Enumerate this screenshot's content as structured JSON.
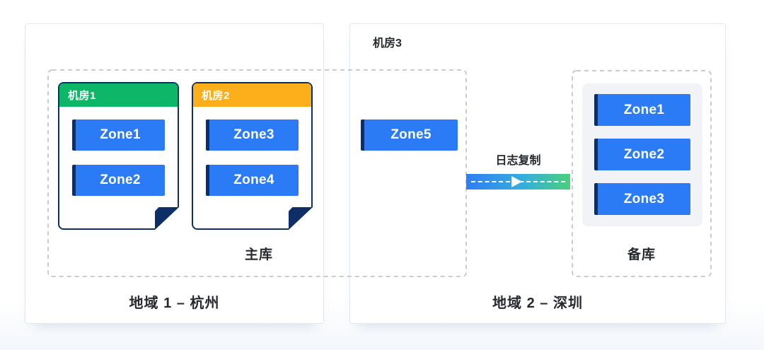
{
  "regions": {
    "region1": {
      "label": "地域 1 – 杭州"
    },
    "region2": {
      "label": "地域 2 – 深圳"
    }
  },
  "primary": {
    "label": "主库",
    "idc1": {
      "name": "机房1",
      "zones": [
        "Zone1",
        "Zone2"
      ]
    },
    "idc2": {
      "name": "机房2",
      "zones": [
        "Zone3",
        "Zone4"
      ]
    },
    "idc3": {
      "name": "机房3",
      "zones": [
        "Zone5"
      ]
    }
  },
  "replication": {
    "label": "日志复制"
  },
  "standby": {
    "label": "备库",
    "zones": [
      "Zone1",
      "Zone2",
      "Zone3"
    ]
  },
  "colors": {
    "zone_blue": "#2b7bf6",
    "navy_border": "#0e2f66",
    "idc1_green": "#0eb768",
    "idc2_amber": "#fcae1b",
    "standby_panel_gray": "#f1f3f6",
    "arrow_gradient_start": "#2e7ef4",
    "arrow_gradient_end": "#49d07b",
    "dashed_border_gray": "#b6bcc6",
    "region_border_gray": "#e2e6ed",
    "label_text": "#26292e"
  }
}
